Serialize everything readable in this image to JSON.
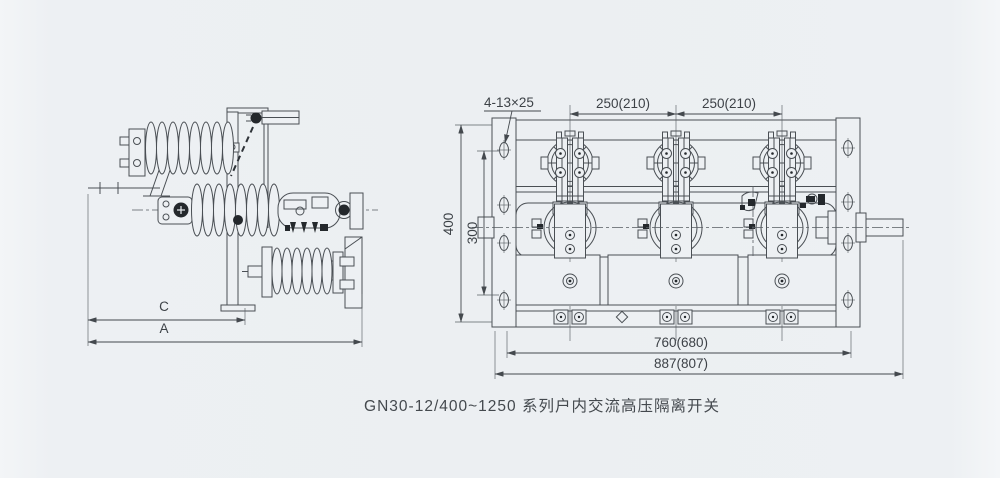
{
  "caption": "GN30-12/400~1250 系列户内交流高压隔离开关",
  "colors": {
    "background": "#edf0f3",
    "line": "#4a4f54",
    "text": "#3d4247",
    "dark_fill": "#24282c"
  },
  "left_view": {
    "label_c": "C",
    "label_a": "A"
  },
  "right_view": {
    "hole_spec": "4-13×25",
    "spacing_left": "250(210)",
    "spacing_right": "250(210)",
    "height_overall": "400",
    "height_inner": "300",
    "width_inner": "760(680)",
    "width_overall": "887(807)"
  }
}
